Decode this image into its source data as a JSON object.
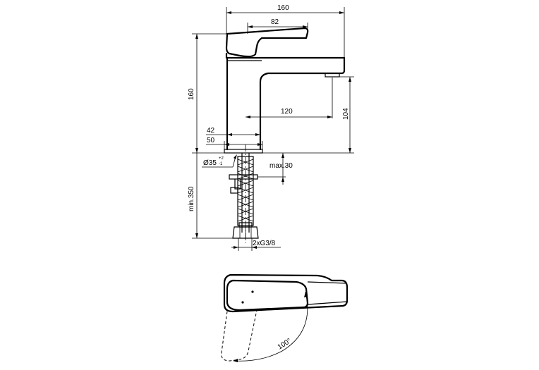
{
  "dimensions": {
    "total_length": "160",
    "lever_length": "82",
    "total_height": "160",
    "spout_reach": "120",
    "spout_height": "104",
    "base_42": "42",
    "base_50": "50",
    "hole_diameter": "Ø35",
    "hole_tolerance_plus": "+2",
    "hole_tolerance_minus": "-1",
    "max_deck_thickness": "max.30",
    "hose_min_length": "min.350",
    "connection": "2xG3/8",
    "rotation_angle": "100°"
  },
  "colors": {
    "line": "#000000",
    "background": "#ffffff"
  }
}
